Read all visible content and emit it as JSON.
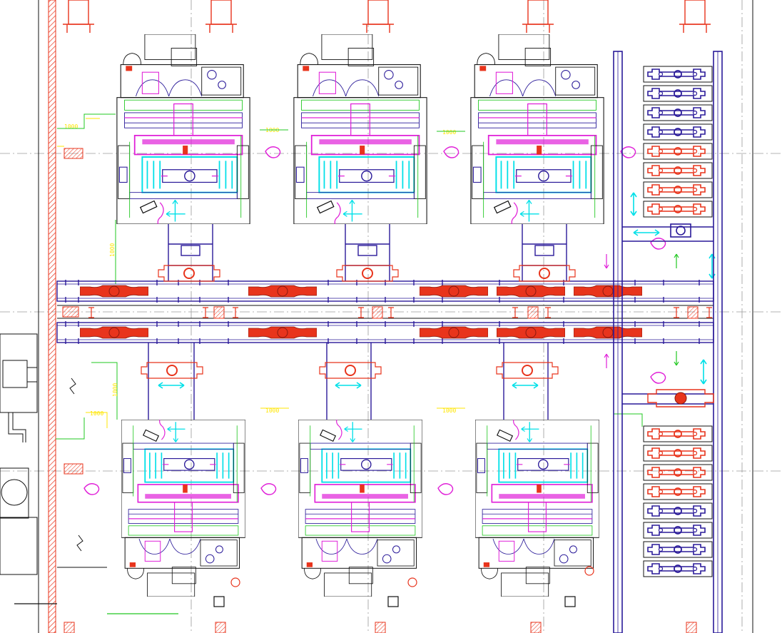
{
  "drawing": {
    "background": "#ffffff",
    "colors": {
      "outline": "#111111",
      "frame": "#2a1a99",
      "accent_red": "#e8341c",
      "magenta": "#e020d8",
      "cyan": "#00e0e8",
      "green": "#22c822",
      "yellow": "#ffe600",
      "gray": "#9a9a9a"
    },
    "dimension_labels": {
      "upper_left": "1000",
      "upper_mid": "1000",
      "upper_right": "1000",
      "lower_left": "1000",
      "lower_mid": "1000",
      "lower_right": "1000",
      "side_upper": "1000",
      "side_lower": "1000"
    },
    "storage_racks": {
      "upper": [
        "blue",
        "blue",
        "blue",
        "blue",
        "red",
        "red",
        "red",
        "red"
      ],
      "lower": [
        "red",
        "red",
        "red",
        "red",
        "blue",
        "blue",
        "blue",
        "blue"
      ]
    }
  }
}
